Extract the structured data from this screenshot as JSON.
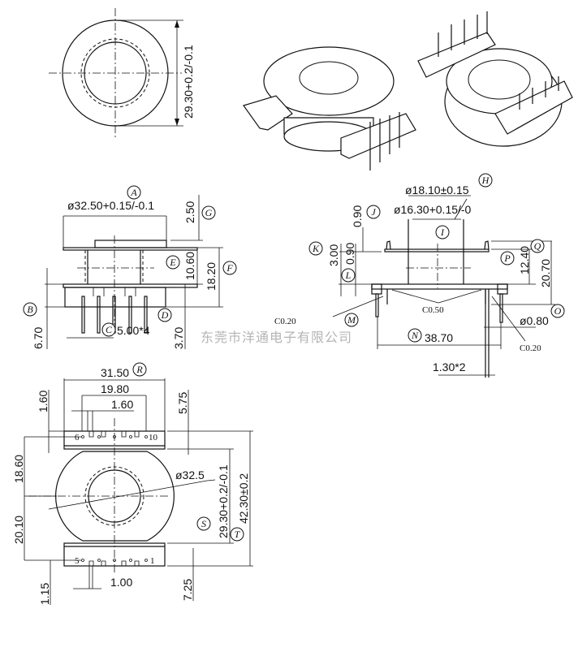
{
  "top_view": {
    "diameter_dim": "29.30+0.2/-0.1"
  },
  "side_view_front": {
    "labels": {
      "A": "A",
      "B": "B",
      "C": "C",
      "D": "D",
      "E": "E",
      "F": "F",
      "G": "G"
    },
    "dims": {
      "flange_diameter": "ø32.50+0.15/-0.1",
      "top_boss": "2.50",
      "body_height": "10.60",
      "total_height": "18.20",
      "pin_length": "6.70",
      "pin_pitch": "5.00*4",
      "base_height": "3.70"
    }
  },
  "side_view_right": {
    "labels": {
      "H": "H",
      "I": "I",
      "J": "J",
      "K": "K",
      "L": "L",
      "M": "M",
      "N": "N",
      "O": "O",
      "P": "P",
      "Q": "Q"
    },
    "dims": {
      "outer_core": "ø18.10±0.15",
      "inner_core": "ø16.30+0.15/-0",
      "flange_thickness": "0.90",
      "k_height": "3.00",
      "l_thickness": "0.90",
      "chamfer_center": "C0.50",
      "chamfer_left": "C0.20",
      "chamfer_right": "C0.20",
      "width": "38.70",
      "pin_diameter": "ø0.80",
      "p_height": "12.40",
      "q_height": "20.70",
      "pin_width": "1.30*2"
    }
  },
  "bottom_view": {
    "labels": {
      "R": "R",
      "S": "S",
      "T": "T"
    },
    "dims": {
      "outer_width": "31.50",
      "pin_span": "19.80",
      "slot_width": "1.60",
      "slot_depth": "1.60",
      "top_offset": "5.75",
      "upper_half": "18.60",
      "lower_half": "20.10",
      "flange_diameter": "ø32.5",
      "core_diameter": "29.30+0.2/-0.1",
      "total_length": "42.30±0.2",
      "bottom_offset": "1.15",
      "bottom_slot": "1.00",
      "bottom_block": "7.25"
    },
    "pins": {
      "p6": "6",
      "p10": "10",
      "p5": "5",
      "p1": "1"
    }
  },
  "watermark": "东莞市洋通电子有限公司"
}
